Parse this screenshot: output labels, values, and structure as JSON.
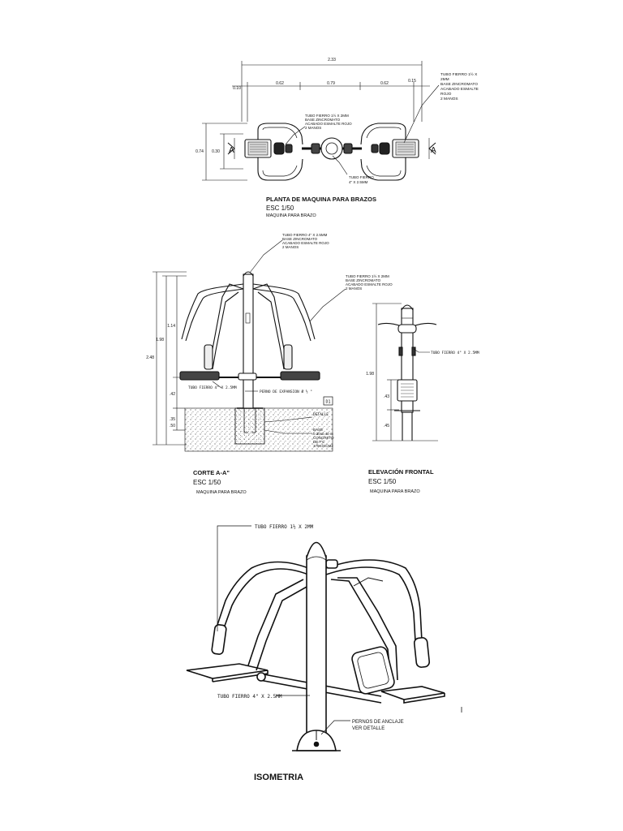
{
  "plan": {
    "dim_total": "2.33",
    "dim_seg": [
      "0.10",
      "0.62",
      "0.79",
      "0.62",
      "0.15"
    ],
    "dim_height_outer": "0.74",
    "dim_height_inner": "0.30",
    "section_mark": "A",
    "note_top_right": [
      "TUBO FIERRO 1½ X",
      "2MM",
      "BASE ZINCROMATO",
      "ACABADO ESMALTE",
      "ROJO",
      "2 MANOS"
    ],
    "note_center": [
      "TUBO FIERRO 1½ X 2MM",
      "BASE ZINCROMATO",
      "ACABADO ESMALTE ROJO",
      "2 MANOS"
    ],
    "note_post": [
      "TUBO FIERRO",
      "4\" X 2.5MM"
    ],
    "title": "PLANTA DE MAQUINA PARA BRAZOS",
    "scale": "ESC 1/50",
    "subtitle": "MAQUINA PARA BRAZO"
  },
  "section": {
    "note_top": [
      "TUBO FIERRO 4\" X 2.5MM",
      "BASE ZINCROMATO",
      "ACABADO ESMALTE ROJO",
      "2 MANOS"
    ],
    "note_right": [
      "TUBO FIERRO 1½ X 2MM",
      "BASE ZINCROMATO",
      "ACABADO ESMALTE ROJO",
      "2 MANOS"
    ],
    "note_post": "TUBO FIERRO 4\" X 2.5MM",
    "note_bolt": "PERNO DE EXPANSION Ø ½ \"",
    "detail_tag": "D1",
    "detail_label": "DETALLE",
    "note_base": [
      "BASE",
      "0.30x0.40 m",
      "CONCRETO",
      "DE F'C",
      "175KG/CM2"
    ],
    "dims": [
      "2.48",
      "1.98",
      "1.14",
      ".42",
      ".35",
      ".50"
    ],
    "title": "CORTE A-A\"",
    "scale": "ESC 1/50",
    "subtitle": "MAQUINA PARA BRAZO"
  },
  "elevation": {
    "note_post": "TUBO FIERRO 4\" X 2.5MM",
    "dims": [
      "1.98",
      ".43",
      ".45"
    ],
    "title": "ELEVACIÓN FRONTAL",
    "scale": "ESC 1/50",
    "subtitle": "MAQUINA PARA BRAZO"
  },
  "isometric": {
    "note_arm": "TUBO FIERRO 1½ X 2MM",
    "note_post": "TUBO FIERRO 4\" X 2.5MM",
    "note_bolts": [
      "PERNOS DE ANCLAJE",
      "VER DETALLE"
    ],
    "title": "ISOMETRIA"
  }
}
